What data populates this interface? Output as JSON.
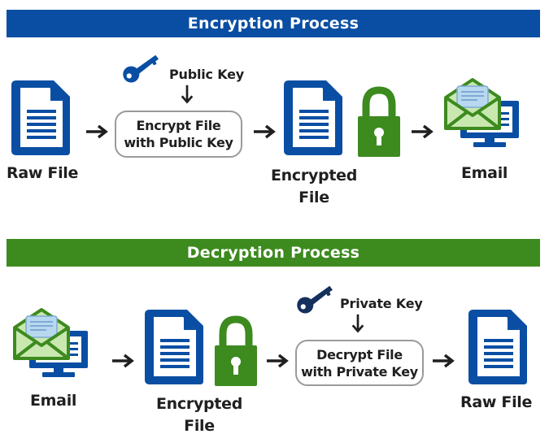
{
  "colors": {
    "encryption_banner": "#0a4ea3",
    "decryption_banner": "#3d8a1f",
    "document_blue": "#0a4ea3",
    "lock_green": "#3d8a1f",
    "key_blue": "#0a4ea3",
    "key_navy": "#15305c",
    "arrow": "#1f1f1f",
    "box_border": "#9a9a9a"
  },
  "icons": [
    "document-icon",
    "key-icon",
    "lock-icon",
    "email-computer-icon",
    "arrow-right-icon",
    "arrow-down-icon"
  ],
  "encryption": {
    "title": "Encryption Process",
    "key_label": "Public Key",
    "box_line1": "Encrypt File",
    "box_line2": "with Public Key",
    "raw_file_label": "Raw File",
    "encrypted_line1": "Encrypted",
    "encrypted_line2": "File",
    "email_label": "Email"
  },
  "decryption": {
    "title": "Decryption Process",
    "email_label": "Email",
    "encrypted_line1": "Encrypted",
    "encrypted_line2": "File",
    "key_label": "Private Key",
    "box_line1": "Decrypt File",
    "box_line2": "with Private Key",
    "raw_file_label": "Raw File"
  }
}
